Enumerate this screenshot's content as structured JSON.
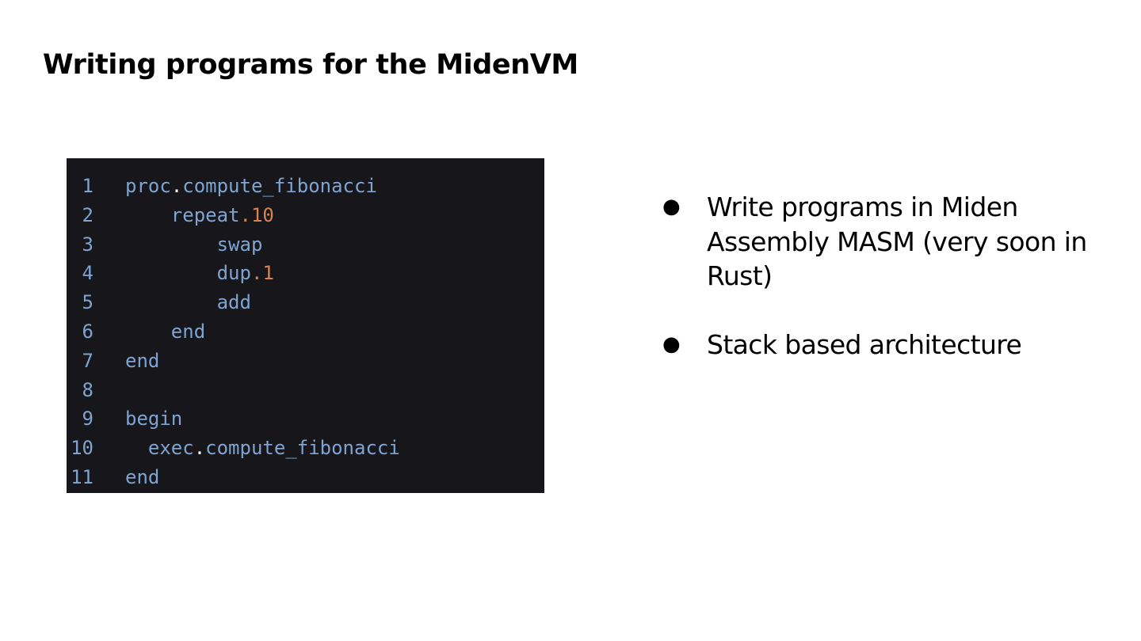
{
  "slide": {
    "title": "Writing programs for the MidenVM"
  },
  "code_block": {
    "lines": [
      {
        "number": "1",
        "indent": "",
        "tokens": [
          {
            "text": "proc",
            "kind": "kw"
          },
          {
            "text": ".",
            "kind": "dot"
          },
          {
            "text": "compute_fibonacci",
            "kind": "kw"
          }
        ]
      },
      {
        "number": "2",
        "indent": "    ",
        "tokens": [
          {
            "text": "repeat",
            "kind": "kw"
          },
          {
            "text": ".10",
            "kind": "num"
          }
        ]
      },
      {
        "number": "3",
        "indent": "        ",
        "tokens": [
          {
            "text": "swap",
            "kind": "kw"
          }
        ]
      },
      {
        "number": "4",
        "indent": "        ",
        "tokens": [
          {
            "text": "dup",
            "kind": "kw"
          },
          {
            "text": ".1",
            "kind": "num"
          }
        ]
      },
      {
        "number": "5",
        "indent": "        ",
        "tokens": [
          {
            "text": "add",
            "kind": "kw"
          }
        ]
      },
      {
        "number": "6",
        "indent": "    ",
        "tokens": [
          {
            "text": "end",
            "kind": "kw"
          }
        ]
      },
      {
        "number": "7",
        "indent": "",
        "tokens": [
          {
            "text": "end",
            "kind": "kw"
          }
        ]
      },
      {
        "number": "8",
        "indent": "",
        "tokens": []
      },
      {
        "number": "9",
        "indent": "",
        "tokens": [
          {
            "text": "begin",
            "kind": "kw"
          }
        ]
      },
      {
        "number": "10",
        "indent": "  ",
        "tokens": [
          {
            "text": "exec",
            "kind": "kw"
          },
          {
            "text": ".",
            "kind": "dot"
          },
          {
            "text": "compute_fibonacci",
            "kind": "kw"
          }
        ]
      },
      {
        "number": "11",
        "indent": "",
        "tokens": [
          {
            "text": "end",
            "kind": "kw"
          }
        ]
      }
    ]
  },
  "bullets": [
    {
      "marker": "●",
      "text": "Write programs in Miden Assembly MASM (very soon in Rust)"
    },
    {
      "marker": "●",
      "text": "Stack based architecture"
    }
  ],
  "colors": {
    "background": "#ffffff",
    "code_background": "#16161b",
    "keyword": "#7ea4d1",
    "number": "#d9824f",
    "punctuation": "#ffffff",
    "text": "#000000"
  }
}
